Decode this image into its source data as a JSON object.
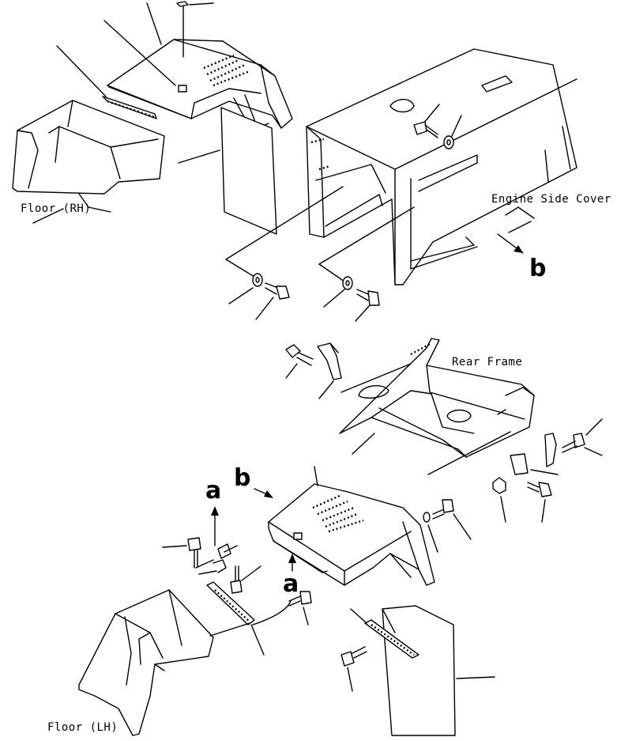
{
  "labels": {
    "floor_rh": "Floor (RH)",
    "floor_lh": "Floor (LH)",
    "engine_side_cover": "Engine Side Cover",
    "rear_frame": "Rear Frame",
    "ref_b_upper": "b",
    "ref_b_lower": "b",
    "ref_a_upper": "a",
    "ref_a_lower": "a"
  }
}
